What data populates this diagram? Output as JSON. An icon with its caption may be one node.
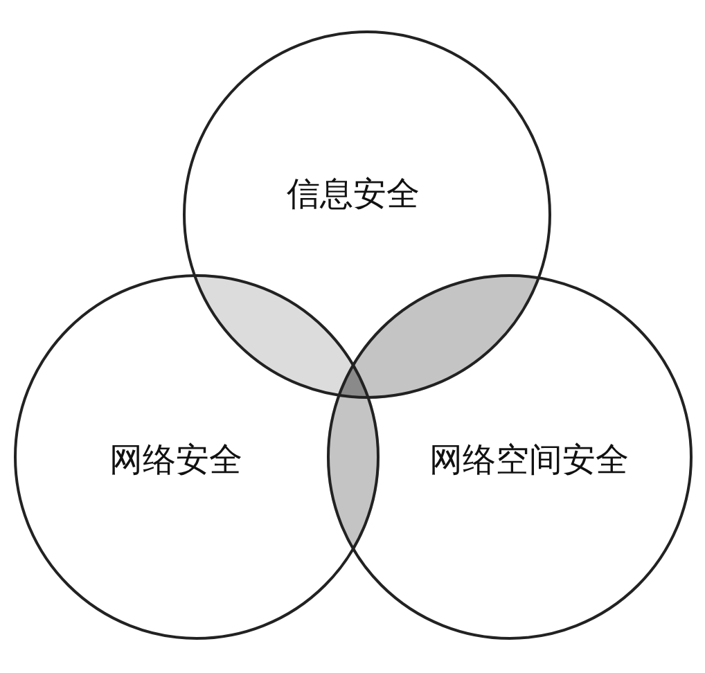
{
  "diagram": {
    "nodes": [
      {
        "text": [
          "信息安全"
        ]
      },
      {
        "text": [
          "网络安全"
        ]
      },
      {
        "text": [
          "网络空间安全"
        ]
      }
    ]
  }
}
